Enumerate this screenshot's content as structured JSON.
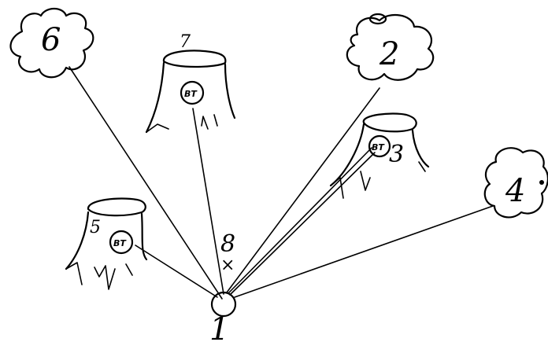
{
  "hub": {
    "label": "1"
  },
  "marker": {
    "label": "8",
    "symbol": "×"
  },
  "nodes": [
    {
      "id": "6",
      "shape": "cloud",
      "label": "6"
    },
    {
      "id": "7",
      "shape": "stump",
      "label": "7",
      "badge": "BT"
    },
    {
      "id": "2",
      "shape": "cloud",
      "label": "2"
    },
    {
      "id": "3",
      "shape": "stump",
      "label": "3",
      "badge": "BT"
    },
    {
      "id": "4",
      "shape": "cloud",
      "label": "4"
    },
    {
      "id": "5",
      "shape": "stump",
      "label": "5",
      "badge": "BT"
    }
  ]
}
